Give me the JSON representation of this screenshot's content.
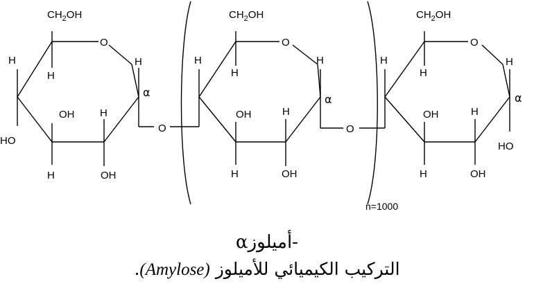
{
  "structure": {
    "ring_oxygen": "O",
    "hydrogen": "H",
    "hydroxyl": "OH",
    "hydroxyl_left": "HO",
    "glycosidic_oxygen": "O",
    "ch2oh_prefix": "CH",
    "ch2oh_subscript": "2",
    "ch2oh_suffix": "OH",
    "anomeric_label": "α",
    "repeat_count": "n=1000"
  },
  "caption": {
    "line1_greek": "α",
    "line1_text": "-أميلوز",
    "line2_arabic": "التركيب الكيميائي للأميلوز",
    "line2_latin": "(Amylose)",
    "line2_end": "."
  }
}
